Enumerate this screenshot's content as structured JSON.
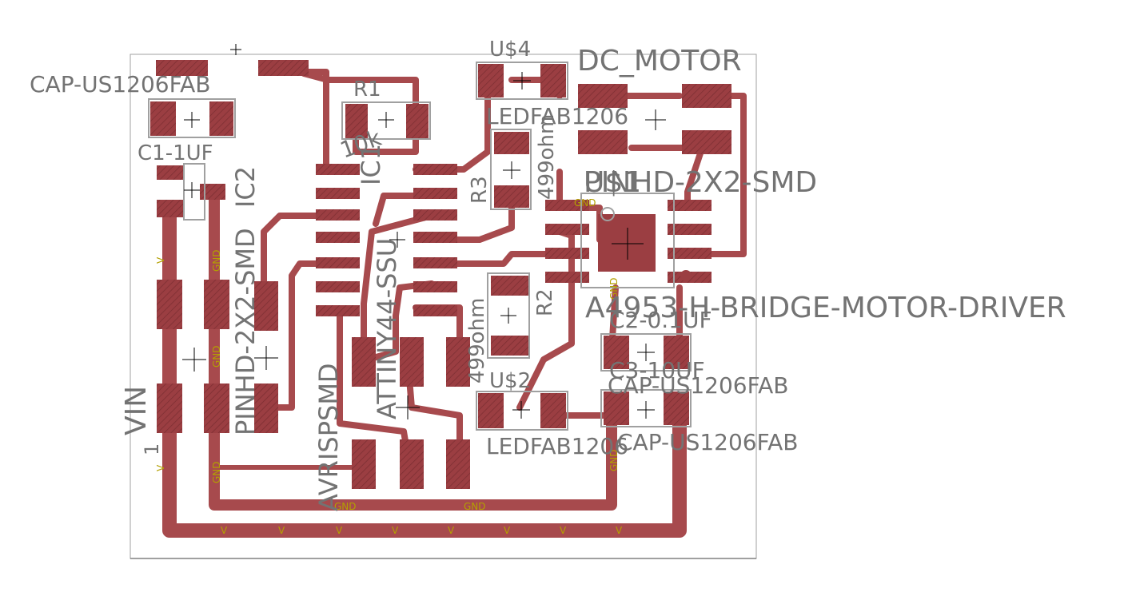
{
  "labels": {
    "cap_top_left": "CAP-US1206FAB",
    "u4": "U$4",
    "dc_motor": "DC_MOTOR",
    "r1": "R1",
    "ledfab_top": "LEDFAB1206",
    "c1": "C1-1UF",
    "ic2": "IC2",
    "r1_value": "10k",
    "ic1": "IC1",
    "r3": "R3",
    "r3_value": "499ohm",
    "u1": "U$1",
    "pinhd_top": "PINHD-2X2-SMD",
    "pinhd_left": "PINHD-2X2-SMD",
    "attiny": "ATTINY44-SSU",
    "r2": "R2",
    "r2_value": "499ohm",
    "a4953": "A4953-H-BRIDGE-MOTOR-DRIVER",
    "c2": "C2-0.1UF",
    "c3": "C3-10UF",
    "cap_right_1": "CAP-US1206FAB",
    "cap_right_2": "CAP-US1206FAB",
    "u2": "U$2",
    "ledfab_bottom": "LEDFAB1206",
    "avrisp": "AVRISPSMD",
    "vin": "VIN",
    "vin_pin": "1"
  },
  "signals": {
    "gnd": "GND",
    "v": "V"
  },
  "colors": {
    "trace": "#a74a4d",
    "pad": "#9b3e42",
    "label": "#737373",
    "signal": "#b3a000",
    "outline": "#a0a0a0"
  }
}
